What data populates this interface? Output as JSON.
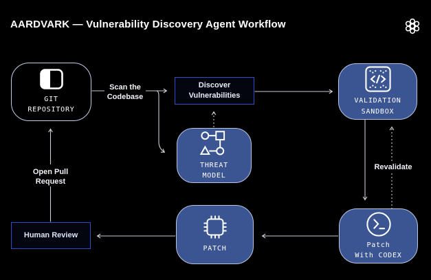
{
  "header": {
    "title": "AARDVARK — Vulnerability Discovery Agent Workflow"
  },
  "brand": {
    "logo_name": "openai-logo"
  },
  "nodes": {
    "git_repository": {
      "line1": "GIT",
      "line2": "REPOSITORY",
      "icon": "repository-icon"
    },
    "discover_vulnerabilities": {
      "line1": "Discover",
      "line2": "Vulnerabilities"
    },
    "threat_model": {
      "line1": "THREAT",
      "line2": "MODEL",
      "icon": "threat-model-icon"
    },
    "validation_sandbox": {
      "line1": "VALIDATION",
      "line2": "SANDBOX",
      "icon": "sandbox-code-icon"
    },
    "patch_with_codex": {
      "line1": "Patch",
      "line2": "With CODEX",
      "icon": "terminal-codex-icon"
    },
    "patch": {
      "line1": "PATCH",
      "icon": "chip-icon"
    },
    "human_review": {
      "line1": "Human Review"
    }
  },
  "edge_labels": {
    "scan": {
      "line1": "Scan the",
      "line2": "Codebase"
    },
    "open_pr": {
      "line1": "Open Pull",
      "line2": "Request"
    },
    "revalidate": "Revalidate"
  },
  "colors": {
    "background": "#000000",
    "node_fill_blue": "#3b5492",
    "node_border_light": "#b9c6e4",
    "outline_box_border": "#2e4dc9",
    "connector": "#c9cdd6",
    "text_primary": "#ffffff"
  }
}
